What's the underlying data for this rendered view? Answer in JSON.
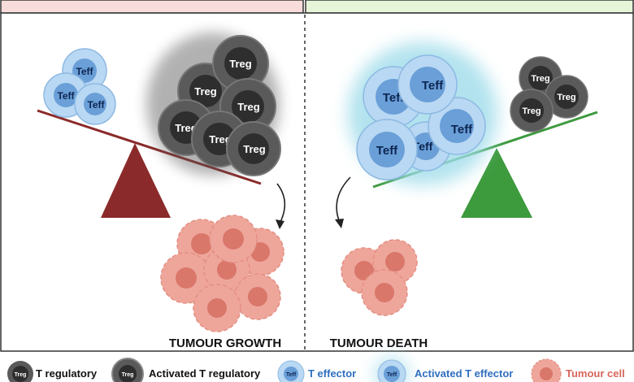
{
  "headers": {
    "left": "",
    "right": ""
  },
  "cell_labels": {
    "treg": "Treg",
    "teff": "Teff"
  },
  "captions": {
    "left": "TUMOUR GROWTH",
    "right": "TUMOUR DEATH"
  },
  "legend": {
    "t_regulatory": "T regulatory",
    "activated_t_regulatory": "Activated T regulatory",
    "t_effector": "T effector",
    "activated_t_effector": "Activated T effector",
    "tumour_cell": "Tumour cell"
  },
  "colors": {
    "left_header_bg": "#f8dcdc",
    "right_header_bg": "#e6f4d8",
    "left_scale": "#8b2a2a",
    "right_scale": "#3d9a3d",
    "treg_dark": "#2e2e2e",
    "treg_ring": "#5a5a5a",
    "teff_core": "#6a9fd8",
    "teff_ring": "#b9d8f3",
    "tumour_cell": "#eea69b",
    "tumour_nucleus": "#d9776a",
    "legend_teff_text": "#2f6fbf",
    "legend_tumour_text": "#d8665b"
  }
}
